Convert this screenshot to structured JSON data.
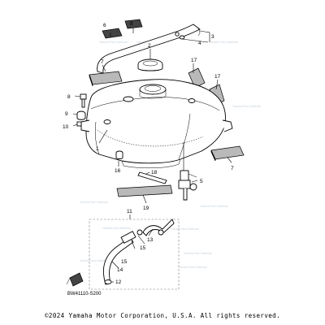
{
  "callouts": {
    "c1": "1",
    "c2": "2",
    "c3": "3",
    "c4": "4",
    "c5": "5",
    "c6": "6",
    "c7a": "7",
    "c7b": "7",
    "c8a": "8",
    "c8b": "8",
    "c9": "9",
    "c10": "10",
    "c11": "11",
    "c12": "12",
    "c13": "13",
    "c14": "14",
    "c15a": "15",
    "c15b": "15",
    "c16": "16",
    "c17a": "17",
    "c17b": "17",
    "c18": "18",
    "c19": "19"
  },
  "diagram_code": "BW41110-S200",
  "copyright": "©2024 Yamaha Motor Corporation, U.S.A. All rights reserved.",
  "watermark_text": "Yamaha Parts Distributor",
  "colors": {
    "line": "#000000",
    "shading": "#b9b9b9",
    "watermark": "#c9d3dc",
    "background": "#ffffff"
  }
}
